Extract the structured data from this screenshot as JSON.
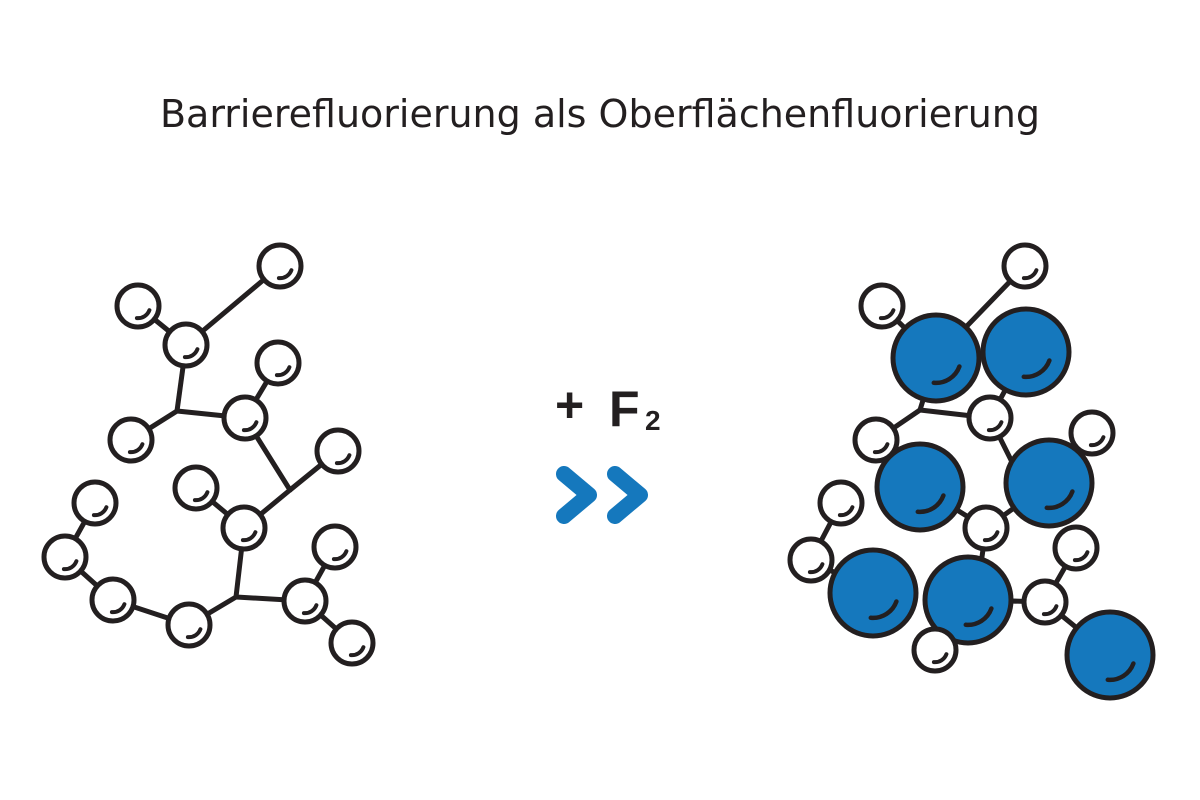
{
  "title": "Barrierefluorierung als Oberflächenfluorierung",
  "reagent": {
    "plus": "+",
    "symbol": "F",
    "subscript": "2",
    "arrow_icon": "double-chevron-right-icon"
  },
  "colors": {
    "line": "#231f20",
    "fluorine_fill": "#1578bd",
    "hydrogen_fill": "#ffffff"
  }
}
